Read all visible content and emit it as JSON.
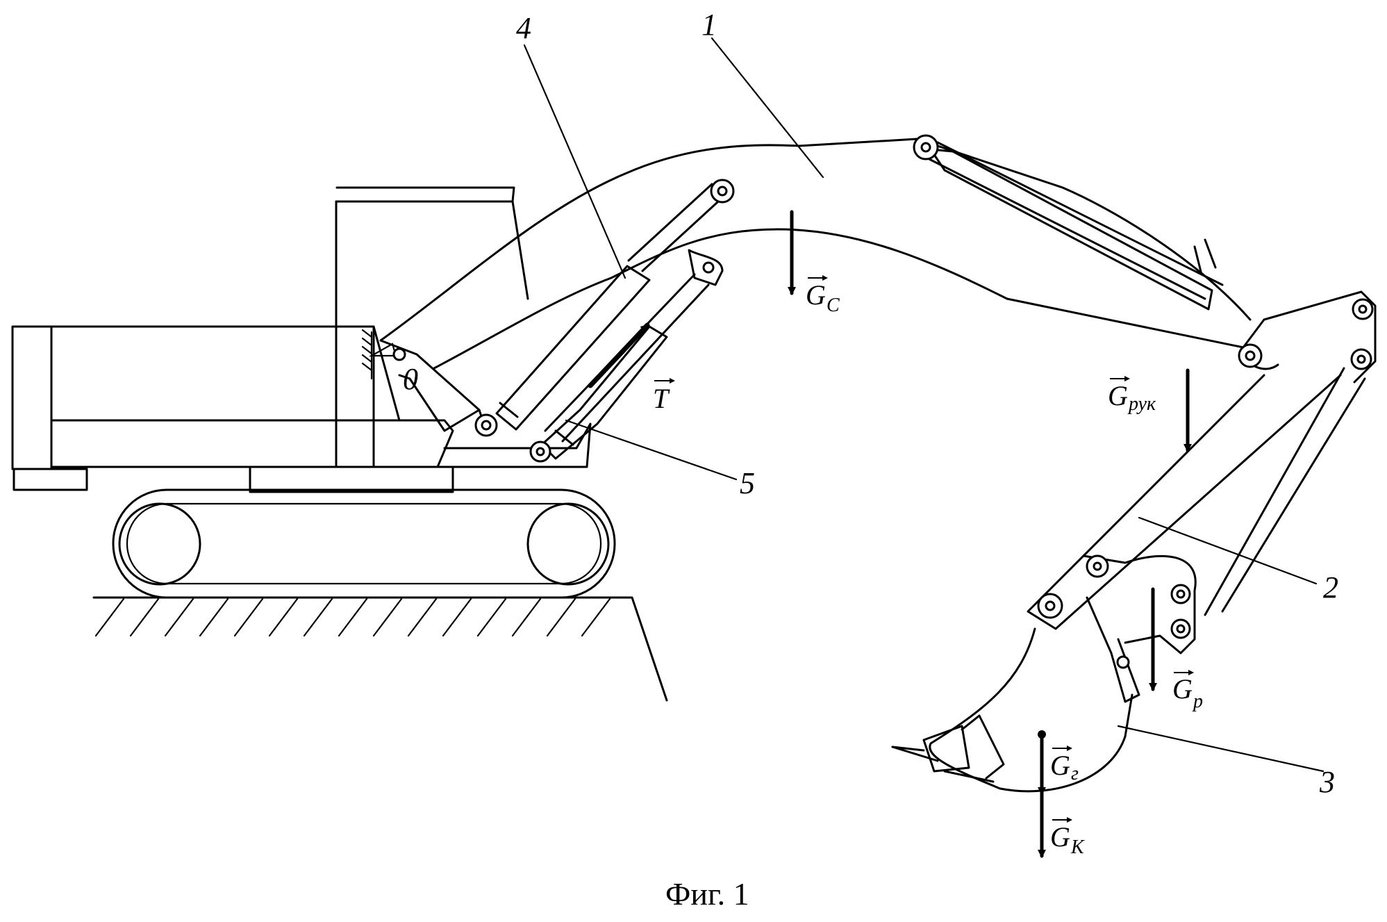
{
  "callouts": {
    "boom": "1",
    "stick": "2",
    "bucket": "3",
    "boom_cylinder": "4",
    "balancer": "5"
  },
  "pivot_label": "0",
  "forces": {
    "thrust": {
      "symbol": "T",
      "sub": ""
    },
    "boom_weight": {
      "symbol": "G",
      "sub": "C"
    },
    "stick_weight": {
      "symbol": "G",
      "sub": "рук"
    },
    "lever_weight": {
      "symbol": "G",
      "sub": "р"
    },
    "soil_weight": {
      "symbol": "G",
      "sub": "г"
    },
    "bucket_weight": {
      "symbol": "G",
      "sub": "К"
    }
  },
  "caption": "Фиг. 1"
}
